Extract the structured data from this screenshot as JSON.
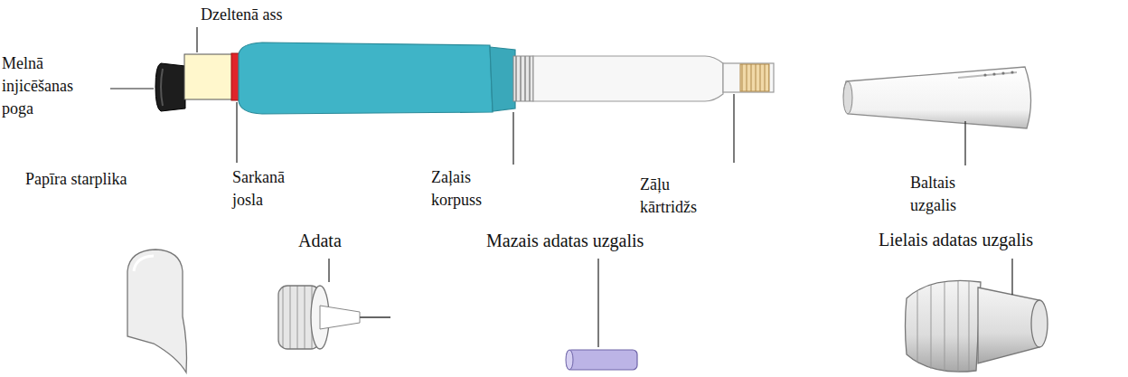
{
  "diagram": {
    "labels": [
      "Dzeltenā ass",
      "Melnā injicēšanas poga",
      "Sarkanā josla",
      "Zaļais korpuss",
      "Zāļu kārtridžs",
      "Baltais uzgalis",
      "Papīra starplika",
      "Adata",
      "Mazais adatas uzgalis",
      "Lielais adatas uzgalis"
    ]
  }
}
